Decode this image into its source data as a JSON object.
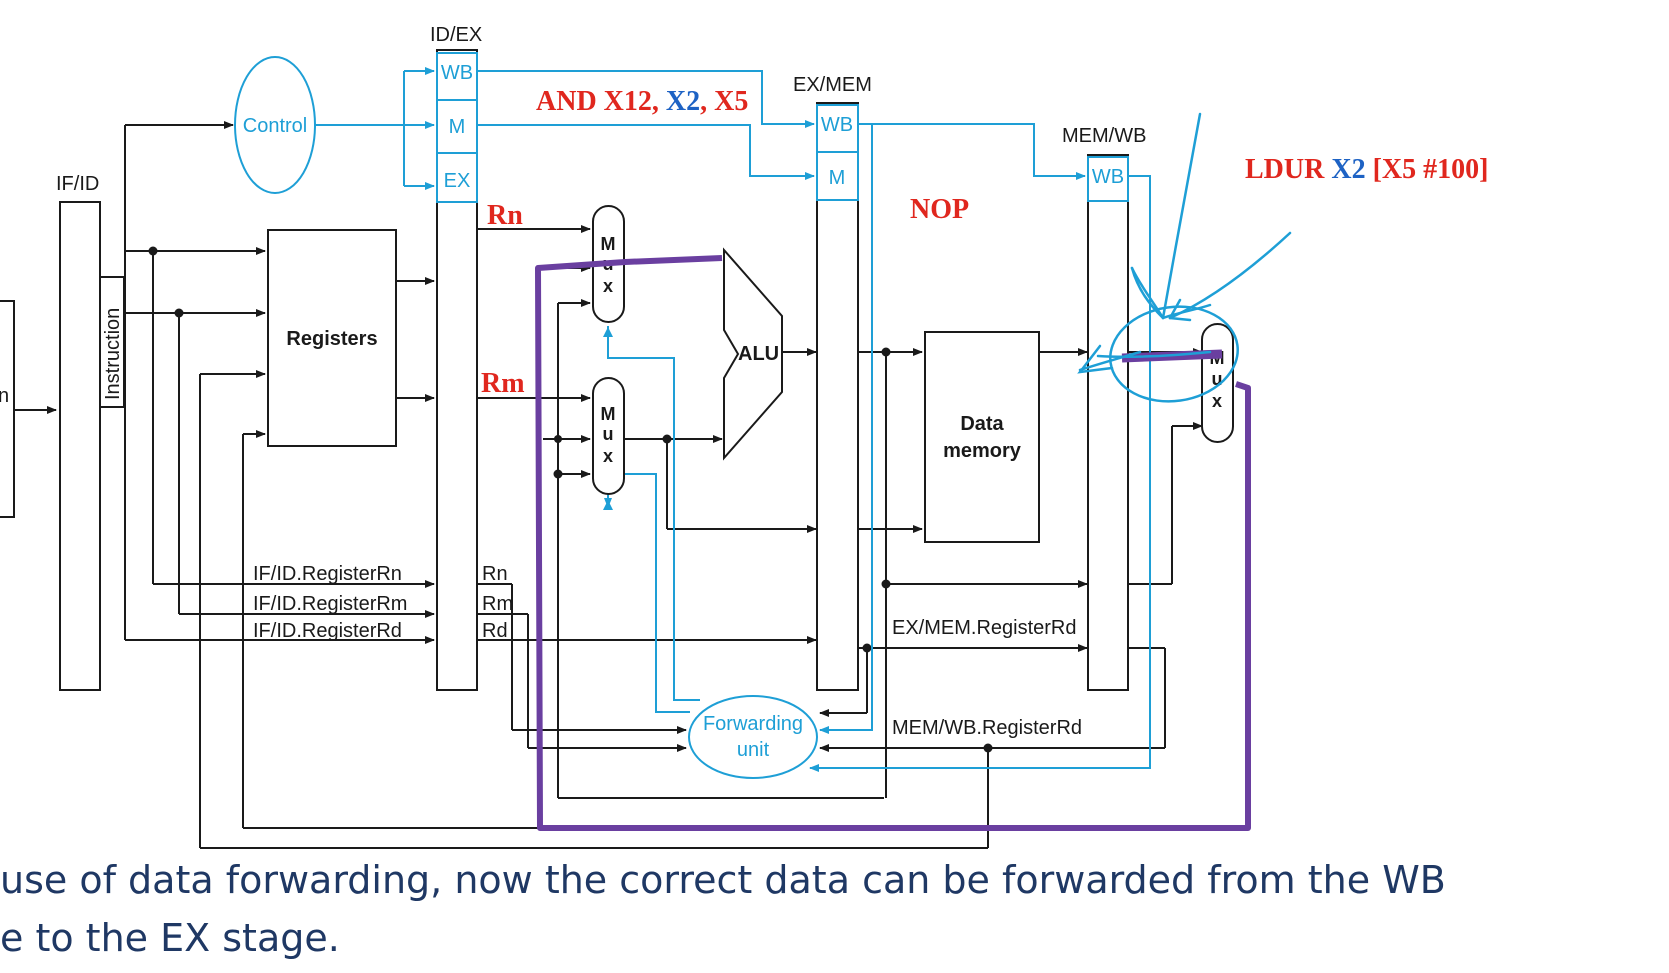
{
  "pipeline_registers": {
    "if_id": "IF/ID",
    "id_ex": "ID/EX",
    "ex_mem": "EX/MEM",
    "mem_wb": "MEM/WB"
  },
  "fields": {
    "wb": "WB",
    "m": "M",
    "ex": "EX"
  },
  "units": {
    "control": "Control",
    "registers": "Registers",
    "alu": "ALU",
    "data_memory_line1": "Data",
    "data_memory_line2": "memory",
    "forwarding_line1": "Forwarding",
    "forwarding_line2": "unit",
    "instruction": "Instruction",
    "left_stub": "n"
  },
  "mux_letters": [
    "M",
    "u",
    "x"
  ],
  "signals": {
    "rn_red": "Rn",
    "rm_red": "Rm",
    "if_id_rn": "IF/ID.RegisterRn",
    "if_id_rm": "IF/ID.RegisterRm",
    "if_id_rd": "IF/ID.RegisterRd",
    "rn": "Rn",
    "rm": "Rm",
    "rd": "Rd",
    "ex_mem_rd": "EX/MEM.RegisterRd",
    "mem_wb_rd": "MEM/WB.RegisterRd"
  },
  "annotations": {
    "and_op": "AND X12,",
    "and_x2": "X2",
    "and_comma": ",",
    "and_x5": "X5",
    "nop": "NOP",
    "ldur_op": "LDUR",
    "ldur_x2": "X2",
    "ldur_rest": "[X5 #100]"
  },
  "caption": {
    "line1": "use of data forwarding, now the correct data can be forwarded from the WB",
    "line2": "e to the EX stage."
  },
  "colors": {
    "accent_cyan": "#1e9fd6",
    "annotation_red": "#e0271e",
    "annotation_blue": "#1d62c4",
    "highlight_purple": "#6a3fa0",
    "caption_navy": "#1f3864"
  }
}
